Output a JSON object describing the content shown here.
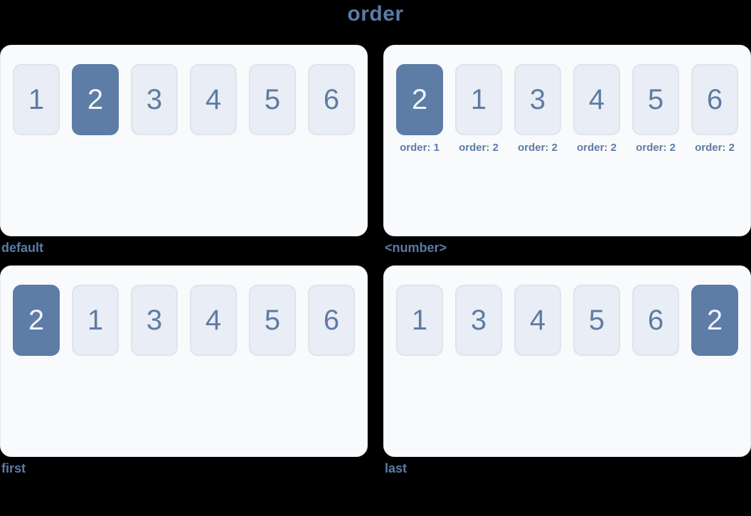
{
  "page": {
    "title": "order"
  },
  "colors": {
    "background": "#000000",
    "panel_bg": "#f8fafc",
    "panel_border": "#e9edf4",
    "box_bg": "#e9edf5",
    "box_border": "#dde3ef",
    "box_text": "#5e7ca3",
    "highlight_bg": "#5d7ca6",
    "highlight_text": "#f0f4f9",
    "label_text": "#5d7ba6",
    "title_text": "#5b7ba8"
  },
  "panels": [
    {
      "label": "default",
      "items": [
        {
          "value": "1",
          "highlight": false
        },
        {
          "value": "2",
          "highlight": true
        },
        {
          "value": "3",
          "highlight": false
        },
        {
          "value": "4",
          "highlight": false
        },
        {
          "value": "5",
          "highlight": false
        },
        {
          "value": "6",
          "highlight": false
        }
      ]
    },
    {
      "label": "<number>",
      "items": [
        {
          "value": "2",
          "highlight": true,
          "caption": "order: 1"
        },
        {
          "value": "1",
          "highlight": false,
          "caption": "order: 2"
        },
        {
          "value": "3",
          "highlight": false,
          "caption": "order: 2"
        },
        {
          "value": "4",
          "highlight": false,
          "caption": "order: 2"
        },
        {
          "value": "5",
          "highlight": false,
          "caption": "order: 2"
        },
        {
          "value": "6",
          "highlight": false,
          "caption": "order: 2"
        }
      ]
    },
    {
      "label": "first",
      "items": [
        {
          "value": "2",
          "highlight": true
        },
        {
          "value": "1",
          "highlight": false
        },
        {
          "value": "3",
          "highlight": false
        },
        {
          "value": "4",
          "highlight": false
        },
        {
          "value": "5",
          "highlight": false
        },
        {
          "value": "6",
          "highlight": false
        }
      ]
    },
    {
      "label": "last",
      "items": [
        {
          "value": "1",
          "highlight": false
        },
        {
          "value": "3",
          "highlight": false
        },
        {
          "value": "4",
          "highlight": false
        },
        {
          "value": "5",
          "highlight": false
        },
        {
          "value": "6",
          "highlight": false
        },
        {
          "value": "2",
          "highlight": true
        }
      ]
    }
  ]
}
